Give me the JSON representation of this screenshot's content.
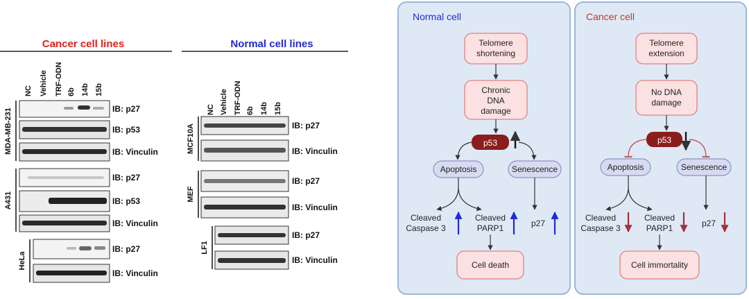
{
  "colors": {
    "cancer_red": "#e0201b",
    "normal_blue": "#1f2ad6",
    "panel_fill": "#dfe9f6",
    "panel_stroke": "#9bb7dc",
    "node_fill": "#fbe1e1",
    "node_stroke": "#e07f7f",
    "p53_fill": "#8c1d1d",
    "process_fill": "#d6dbf1",
    "process_stroke": "#8a93c2",
    "up_arrow": "#1f2ad6",
    "down_arrow": "#a3303a"
  },
  "blots": {
    "lanes": [
      "NC",
      "Vehicle",
      "TRF-ODN",
      "6b",
      "14b",
      "15b"
    ],
    "cancer": {
      "header": "Cancer cell lines",
      "groups": [
        {
          "cell_line": "MDA-MB-231",
          "targets": [
            "IB: p27",
            "IB: p53",
            "IB: Vinculin"
          ]
        },
        {
          "cell_line": "A431",
          "targets": [
            "IB: p27",
            "IB: p53",
            "IB: Vinculin"
          ]
        },
        {
          "cell_line": "HeLa",
          "targets": [
            "IB: p27",
            "IB: Vinculin"
          ]
        }
      ]
    },
    "normal": {
      "header": "Normal cell lines",
      "groups": [
        {
          "cell_line": "MCF10A",
          "targets": [
            "IB: p27",
            "IB: Vinculin"
          ]
        },
        {
          "cell_line": "MEF",
          "targets": [
            "IB: p27",
            "IB: Vinculin"
          ]
        },
        {
          "cell_line": "LF1",
          "targets": [
            "IB: p27",
            "IB: Vinculin"
          ]
        }
      ]
    }
  },
  "normal_panel": {
    "title": "Normal cell",
    "telomere": [
      "Telomere",
      "shortening"
    ],
    "dna": [
      "Chronic",
      "DNA",
      "damage"
    ],
    "p53": "p53",
    "apoptosis": "Apoptosis",
    "senescence": "Senescence",
    "caspase": [
      "Cleaved",
      "Caspase 3"
    ],
    "parp": [
      "Cleaved",
      "PARP1"
    ],
    "p27": "p27",
    "outcome": "Cell death"
  },
  "cancer_panel": {
    "title": "Cancer cell",
    "telomere": [
      "Telomere",
      "extension"
    ],
    "dna": [
      "No DNA",
      "damage"
    ],
    "p53": "p53",
    "apoptosis": "Apoptosis",
    "senescence": "Senescence",
    "caspase": [
      "Cleaved",
      "Caspase 3"
    ],
    "parp": [
      "Cleaved",
      "PARP1"
    ],
    "p27": "p27",
    "outcome": "Cell immortality"
  }
}
